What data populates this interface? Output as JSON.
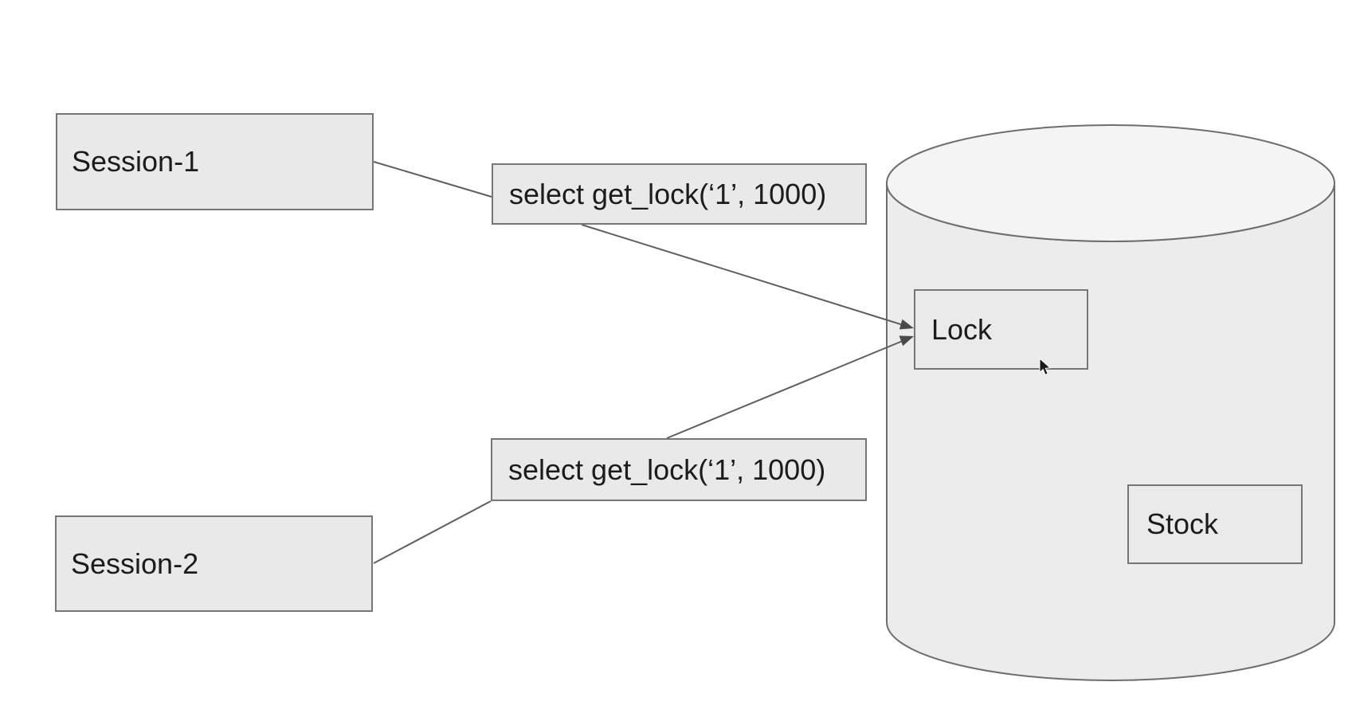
{
  "page": {
    "background_color": "#ffffff"
  },
  "diagram": {
    "nodes": {
      "session1": {
        "label": "Session-1",
        "shape": "rectangle"
      },
      "session2": {
        "label": "Session-2",
        "shape": "rectangle"
      },
      "query1": {
        "label": "select get_lock(‘1’, 1000)",
        "shape": "rectangle"
      },
      "query2": {
        "label": "select get_lock(‘1’, 1000)",
        "shape": "rectangle"
      },
      "database": {
        "shape": "cylinder",
        "lock": {
          "label": "Lock",
          "shape": "rectangle"
        },
        "stock": {
          "label": "Stock",
          "shape": "rectangle"
        }
      }
    },
    "edges": [
      {
        "from": "session1",
        "to": "query1",
        "arrow": false
      },
      {
        "from": "query1",
        "to": "database.lock",
        "arrow": true
      },
      {
        "from": "session2",
        "to": "query2",
        "arrow": false
      },
      {
        "from": "query2",
        "to": "database.lock",
        "arrow": true
      }
    ],
    "colors": {
      "node_fill": "#e9e9e9",
      "node_border": "#767676",
      "cylinder_body_fill": "#ececec",
      "cylinder_top_fill": "#f4f4f4",
      "cylinder_stroke": "#6e6e6e",
      "connector": "#5f5f5f",
      "arrowhead": "#4a4a4a",
      "text": "#1c1c1c",
      "background": "#ffffff"
    },
    "cursor": {
      "visible": true,
      "type": "arrow-pointer"
    }
  }
}
